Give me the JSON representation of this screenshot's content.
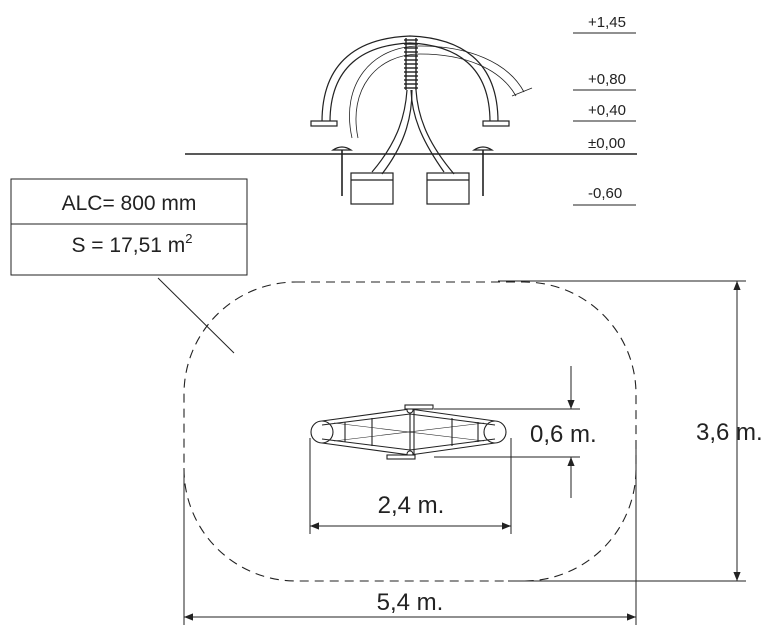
{
  "levels": [
    "+1,45",
    "+0,80",
    "+0,40",
    "±0,00",
    "-0,60"
  ],
  "info_box": {
    "alc": "ALC= 800 mm",
    "area_prefix": "S = 17,51 m",
    "area_sup": "2"
  },
  "dimensions": {
    "width_inner": "2,4 m.",
    "depth_inner": "0,6 m.",
    "width_outer": "5,4 m.",
    "depth_outer": "3,6 m."
  },
  "colors": {
    "line": "#222222",
    "paper": "#ffffff"
  }
}
